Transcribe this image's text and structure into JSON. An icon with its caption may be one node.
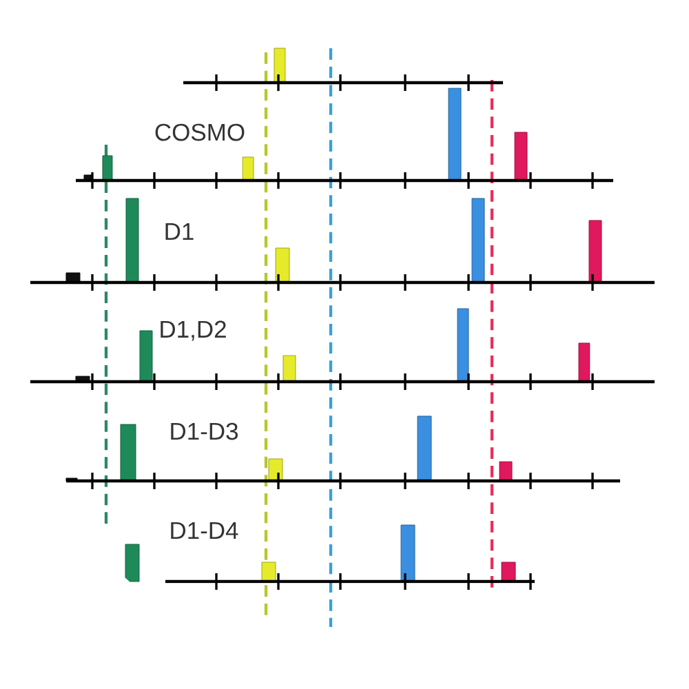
{
  "diagram": {
    "labels": [
      "COSMO",
      "D1",
      "D1,D2",
      "D1-D3",
      "D1-D4"
    ]
  }
}
